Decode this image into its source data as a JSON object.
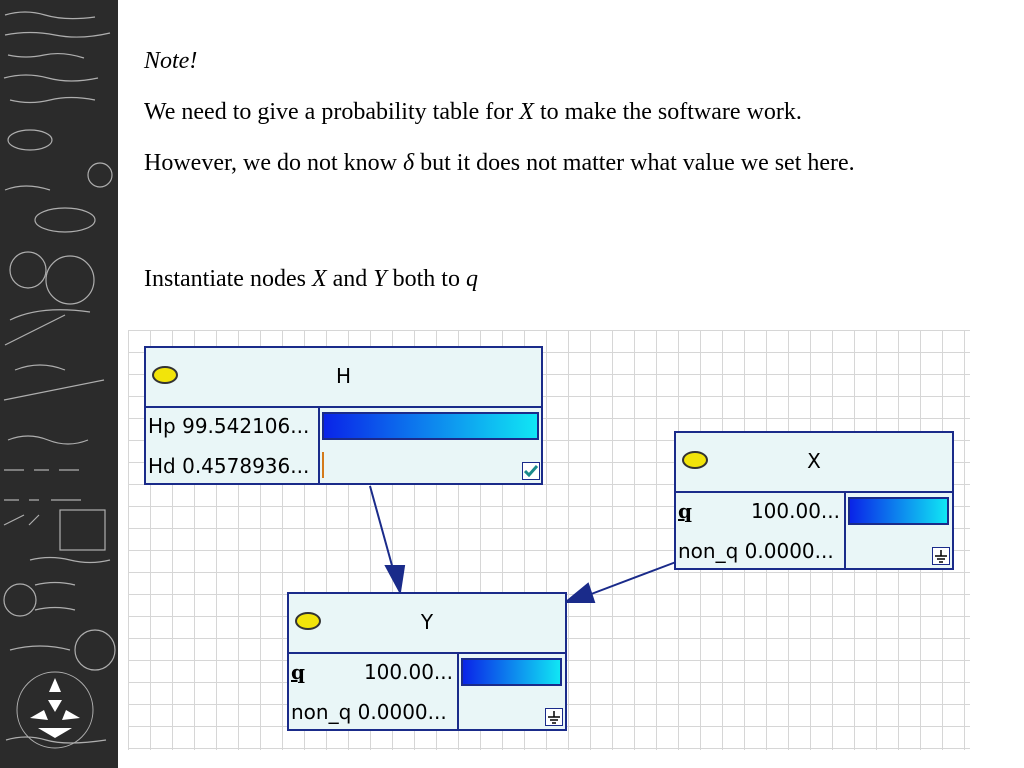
{
  "slide": {
    "note": "Note!",
    "line1": {
      "pre": "We need to give a probability table for ",
      "var": "X",
      "post": " to make the software work."
    },
    "line2": {
      "pre": "However, we do not know ",
      "var": "δ",
      "post": "  but it does not matter what value we set here."
    },
    "line3": {
      "pre": "Instantiate nodes ",
      "var1": "X",
      "mid": " and ",
      "var2": "Y",
      "mid2": "  both to ",
      "var3": "q"
    }
  },
  "nodes": {
    "H": {
      "title": "H",
      "states": [
        {
          "label": "Hp",
          "value": "99.542106...",
          "fraction": 0.9954
        },
        {
          "label": "Hd",
          "value": "0.4578936...",
          "fraction": 0.0046
        }
      ],
      "corner_icon": "checkmark-icon"
    },
    "X": {
      "title": "X",
      "states": [
        {
          "label": "q",
          "value": "100.00...",
          "fraction": 1.0
        },
        {
          "label": "non_q",
          "value": "0.0000...",
          "fraction": 0.0
        }
      ],
      "corner_icon": "instantiated-icon"
    },
    "Y": {
      "title": "Y",
      "states": [
        {
          "label": "q",
          "value": "100.00...",
          "fraction": 1.0
        },
        {
          "label": "non_q",
          "value": "0.0000...",
          "fraction": 0.0
        }
      ],
      "corner_icon": "instantiated-icon"
    }
  },
  "colors": {
    "node_border": "#1a2b8a",
    "node_bg": "#e9f6f7",
    "bar_start": "#0a24e8",
    "bar_end": "#10e6f4",
    "state_icon": "#f2e40a"
  }
}
